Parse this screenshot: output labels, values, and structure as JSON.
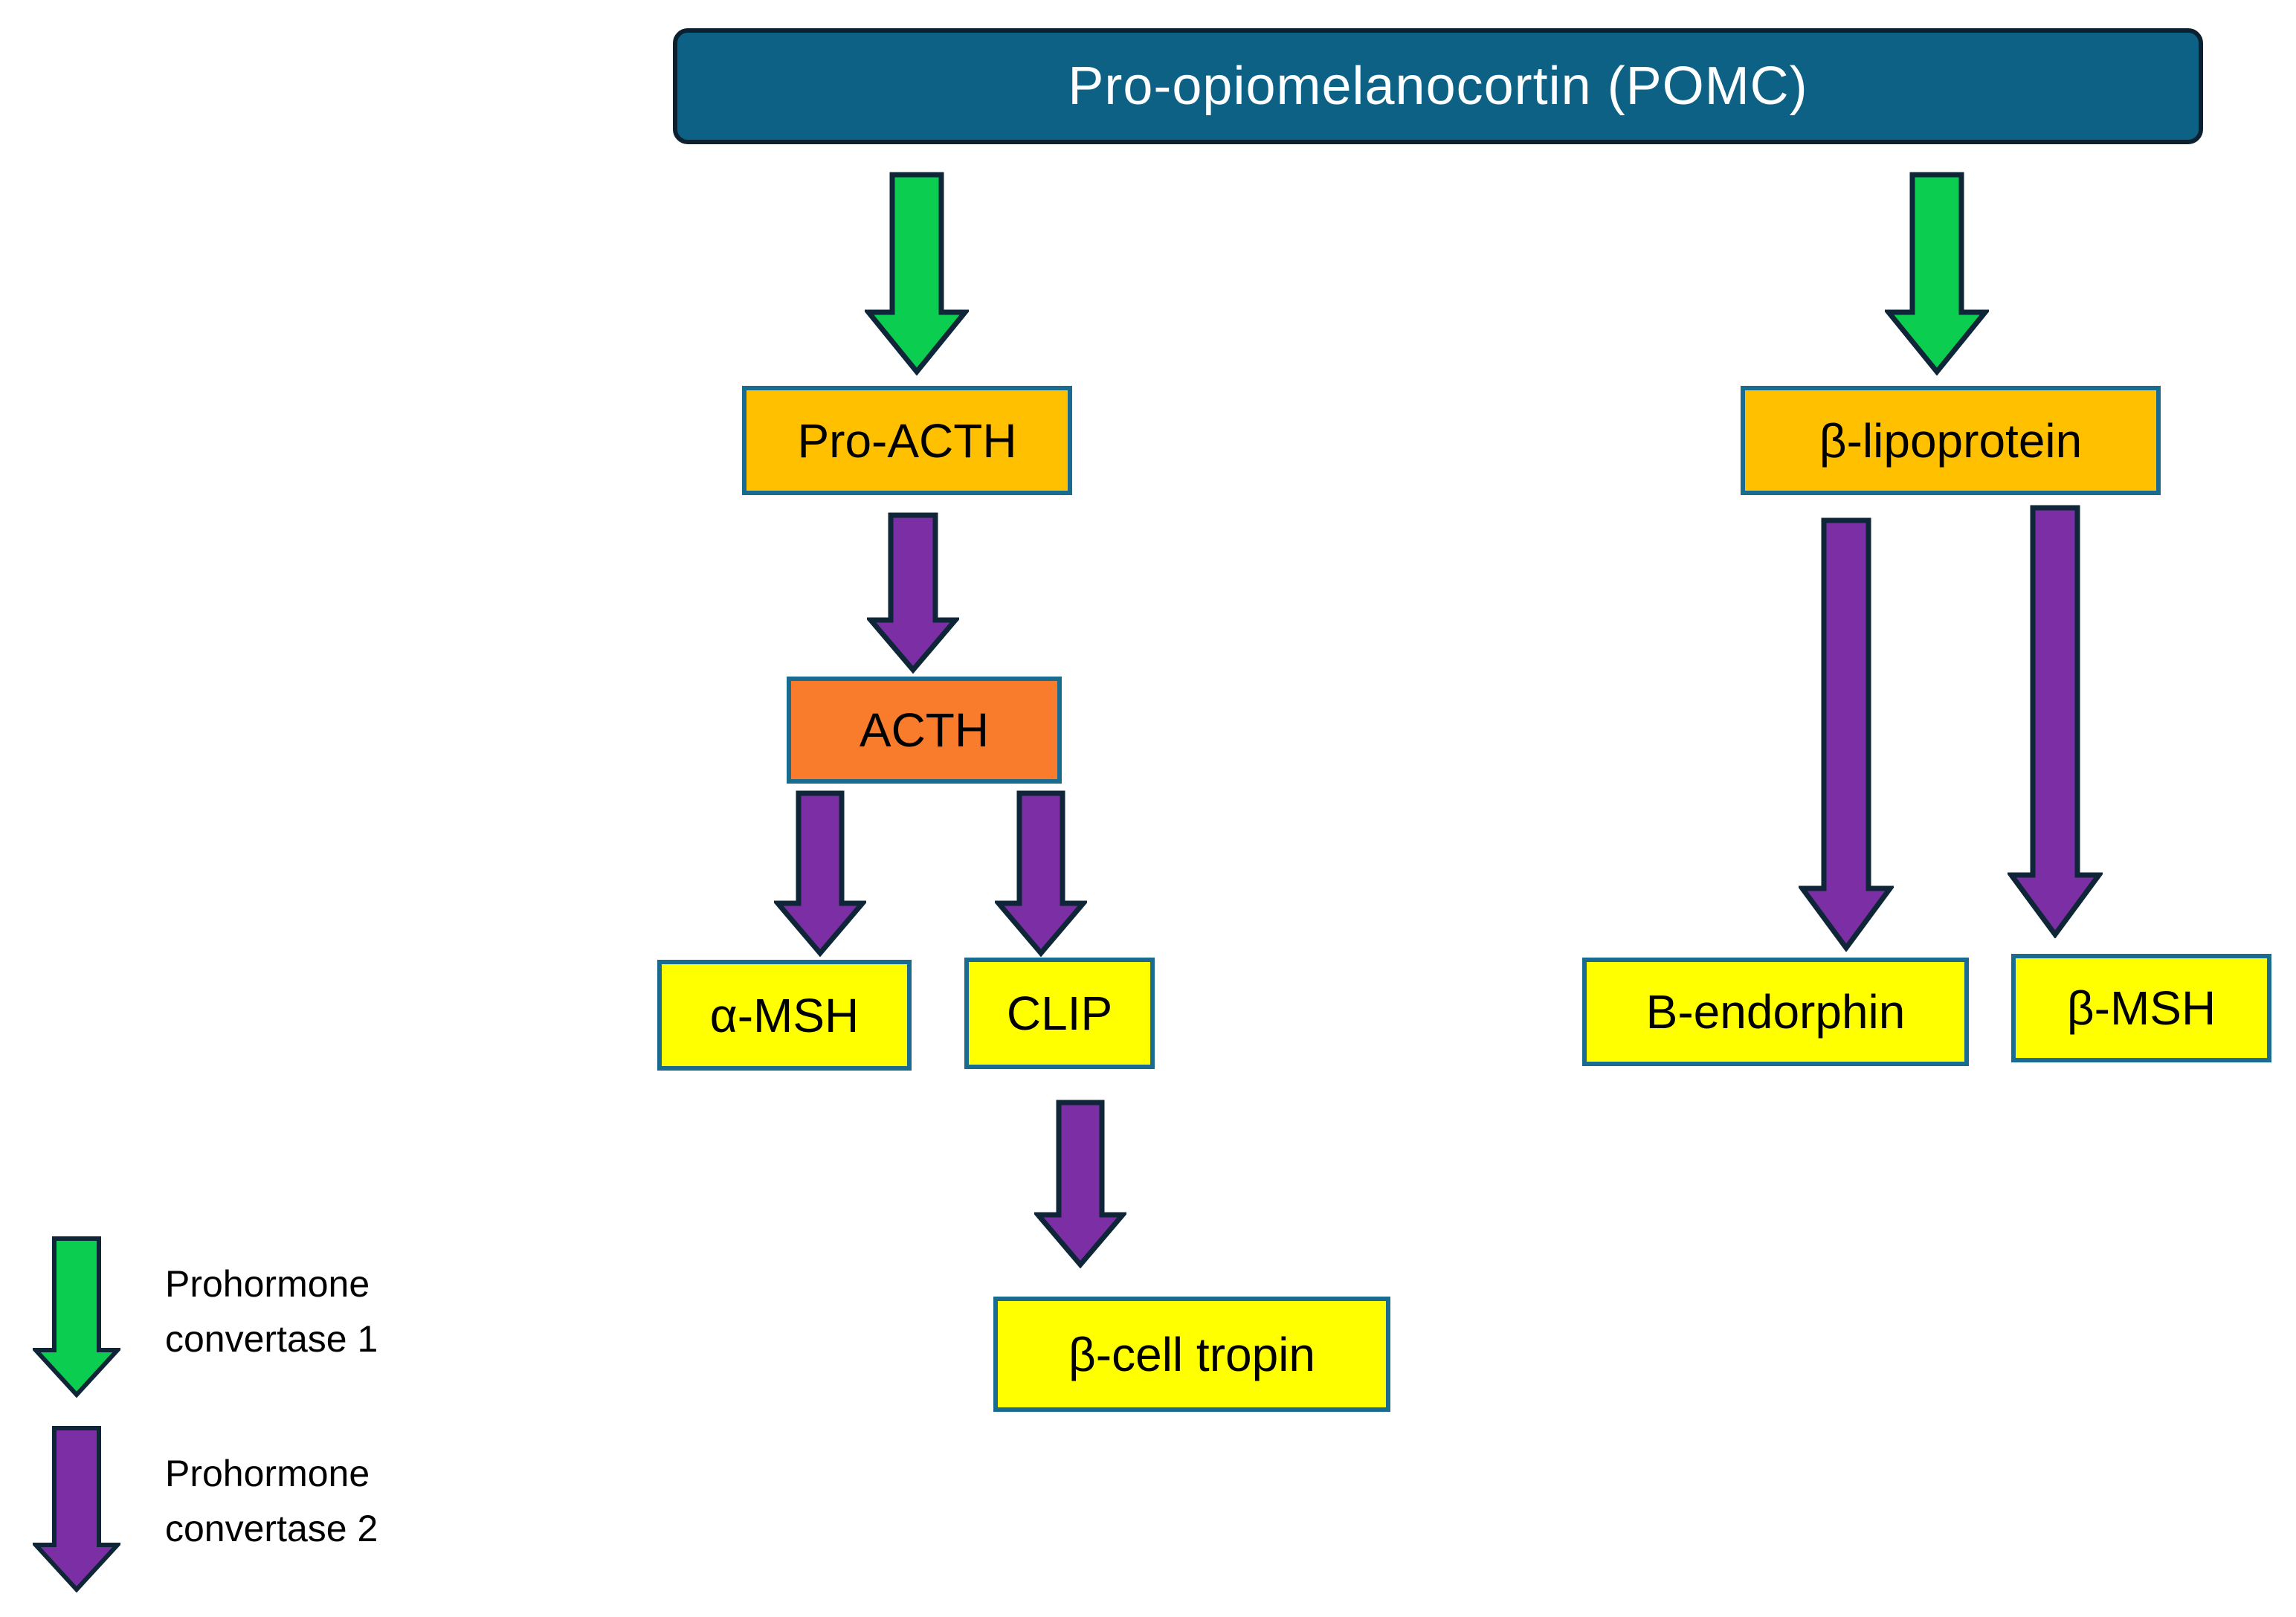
{
  "diagram_title": "Pro-opiomelanocortin (POMC)",
  "nodes": {
    "pomc": {
      "label": "Pro-opiomelanocortin (POMC)"
    },
    "pro_acth": {
      "label": "Pro-ACTH"
    },
    "acth": {
      "label": "ACTH"
    },
    "alpha_msh": {
      "label": "α-MSH"
    },
    "clip": {
      "label": "CLIP"
    },
    "beta_cell_tropin": {
      "label": "β-cell tropin"
    },
    "beta_lipoprotein": {
      "label": "β-lipoprotein"
    },
    "b_endorphin": {
      "label": "B-endorphin"
    },
    "beta_msh": {
      "label": "β-MSH"
    }
  },
  "edges": [
    {
      "from": "Pro-opiomelanocortin (POMC)",
      "to": "Pro-ACTH",
      "enzyme": "pc1"
    },
    {
      "from": "Pro-opiomelanocortin (POMC)",
      "to": "β-lipoprotein",
      "enzyme": "pc1"
    },
    {
      "from": "Pro-ACTH",
      "to": "ACTH",
      "enzyme": "pc2"
    },
    {
      "from": "ACTH",
      "to": "α-MSH",
      "enzyme": "pc2"
    },
    {
      "from": "ACTH",
      "to": "CLIP",
      "enzyme": "pc2"
    },
    {
      "from": "CLIP",
      "to": "β-cell tropin",
      "enzyme": "pc2"
    },
    {
      "from": "β-lipoprotein",
      "to": "B-endorphin",
      "enzyme": "pc2"
    },
    {
      "from": "β-lipoprotein",
      "to": "β-MSH",
      "enzyme": "pc2"
    }
  ],
  "legend": {
    "items": [
      {
        "enzyme": "pc1",
        "line1": "Prohormone",
        "line2": "convertase 1"
      },
      {
        "enzyme": "pc2",
        "line1": "Prohormone",
        "line2": "convertase 2"
      }
    ]
  },
  "enzyme_colors": {
    "pc1": "#0BCE51",
    "pc2": "#7C2FA4"
  },
  "colors": {
    "header_fill": "#0D6184",
    "header_border": "#0C2130",
    "header_text": "#FFFFFF",
    "box_border": "#196C90",
    "amber_fill": "#FFC000",
    "orange_fill": "#F87C2C",
    "yellow_fill": "#FFFF00",
    "arrow_outline": "#0E2638",
    "label_text": "#000000"
  }
}
